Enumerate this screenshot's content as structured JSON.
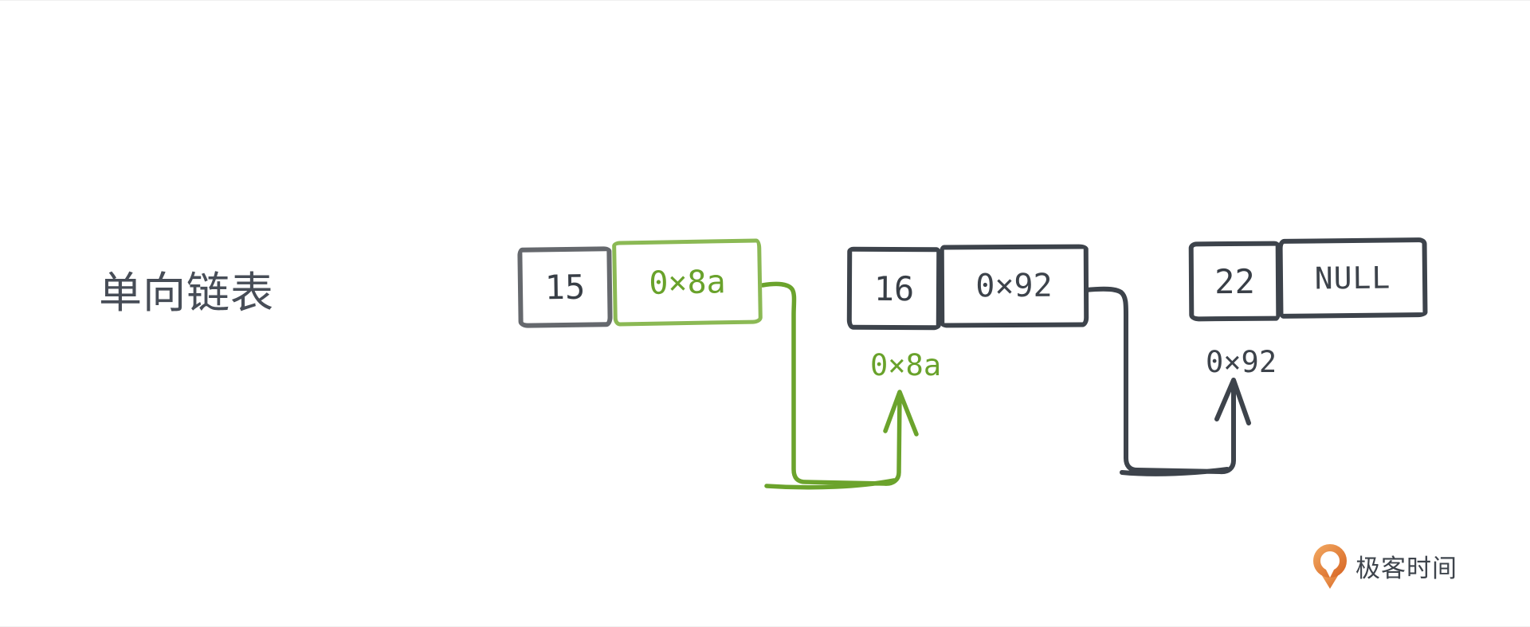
{
  "title": "单向链表",
  "diagram": {
    "nodes": [
      {
        "value": "15",
        "pointer": "0×8a"
      },
      {
        "value": "16",
        "pointer": "0×92"
      },
      {
        "value": "22",
        "pointer": "NULL"
      }
    ],
    "pointer_labels": [
      {
        "text": "0×8a",
        "color": "#69a22b"
      },
      {
        "text": "0×92",
        "color": "#3d434b"
      }
    ],
    "colors": {
      "green": "#6ba32c",
      "green_box_border": "#8bb954",
      "dark": "#3d434b",
      "gray_box_border": "#65686d",
      "value_text": "#383e46",
      "title_text": "#474d57"
    }
  },
  "branding": {
    "logo_text": "极客时间",
    "logo_icon": "geektime-logo-icon",
    "logo_orange_light": "#f09d56",
    "logo_orange_dark": "#d96a28"
  }
}
